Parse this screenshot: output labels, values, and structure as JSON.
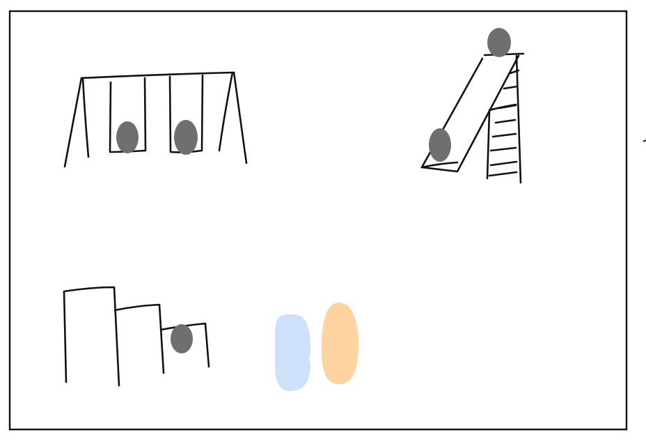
{
  "colors": {
    "background": "#ffffff",
    "frame": "#111111",
    "ink": "#111111",
    "person_gray": "#6f6f6f",
    "person_blue": "#cfe0fb",
    "person_orange": "#fdd3a0"
  },
  "scene": {
    "objects": [
      {
        "name": "swing-set",
        "occupants": 2
      },
      {
        "name": "slide",
        "occupants": 2
      },
      {
        "name": "climbing-steps",
        "occupants": 1
      },
      {
        "name": "standing-pair",
        "occupants": 2
      }
    ],
    "stray_mark_icon": "dash-mark"
  }
}
